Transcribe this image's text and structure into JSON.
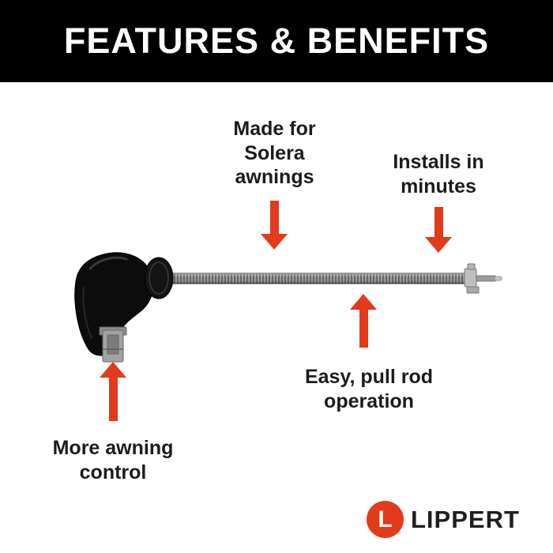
{
  "header": {
    "title": "FEATURES & BENEFITS"
  },
  "callouts": {
    "solera": {
      "text": "Made for\nSolera\nawnings"
    },
    "installs": {
      "text": "Installs in\nminutes"
    },
    "pull_rod": {
      "text": "Easy, pull rod\noperation"
    },
    "control": {
      "text": "More awning\ncontrol"
    }
  },
  "product": {
    "name": "awning-drive-head-with-pull-rod"
  },
  "logo": {
    "brand": "LIPPERT",
    "mark": "L"
  },
  "colors": {
    "arrow_red": "#e23a1a",
    "brand_red": "#e23a1a",
    "header_bg": "#000000",
    "header_fg": "#ffffff",
    "text": "#1c1c1c"
  }
}
